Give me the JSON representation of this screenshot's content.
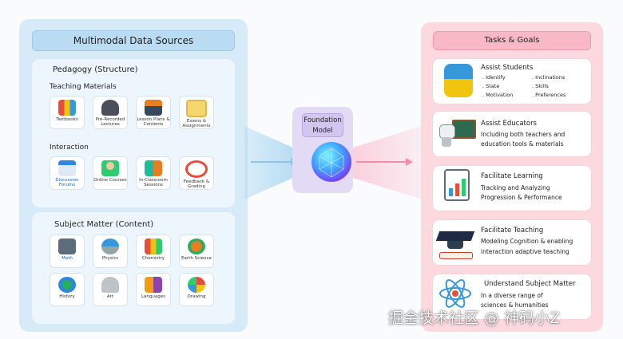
{
  "left": {
    "title": "Multimodal Data Sources",
    "pedagogy": {
      "title": "Pedagogy (Structure)",
      "teaching_materials": {
        "label": "Teaching Materials",
        "items": [
          {
            "label": "Textbooks",
            "icon": "textbooks-icon"
          },
          {
            "label": "Pre-Recorded Lectures",
            "icon": "video-camera-icon"
          },
          {
            "label": "Lesson Plans & Contents",
            "icon": "lesson-plan-icon"
          },
          {
            "label": "Exams & Assignments",
            "icon": "exam-icon"
          }
        ]
      },
      "interaction": {
        "label": "Interaction",
        "items": [
          {
            "label": "Discussion Forums",
            "icon": "forum-icon"
          },
          {
            "label": "Online Courses",
            "icon": "online-course-icon"
          },
          {
            "label": "In-Classroom Sessions",
            "icon": "classroom-icon"
          },
          {
            "label": "Feedback & Grading",
            "icon": "feedback-icon"
          }
        ]
      }
    },
    "subject": {
      "title": "Subject Matter (Content)",
      "items": [
        {
          "label": "Math",
          "icon": "calculator-icon"
        },
        {
          "label": "Physics",
          "icon": "physics-icon"
        },
        {
          "label": "Chemistry",
          "icon": "chemistry-icon"
        },
        {
          "label": "Earth Science",
          "icon": "earth-science-icon"
        },
        {
          "label": "History",
          "icon": "globe-icon"
        },
        {
          "label": "Art",
          "icon": "bust-icon"
        },
        {
          "label": "Languages",
          "icon": "languages-icon"
        },
        {
          "label": "Drawing",
          "icon": "palette-icon"
        }
      ]
    }
  },
  "center": {
    "label_line1": "Foundation",
    "label_line2": "Model"
  },
  "right": {
    "title": "Tasks & Goals",
    "cards": [
      {
        "title": "Assist Students",
        "col1": [
          ". Identify",
          ". State",
          ". Motivation"
        ],
        "col2": [
          ". Inclinations",
          ". Skills",
          ". Preferences"
        ],
        "icon": "backpack-icon"
      },
      {
        "title": "Assist Educators",
        "lines": [
          "Including both teachers and",
          "education tools & materials"
        ],
        "icon": "robot-blackboard-icon"
      },
      {
        "title": "Facilitate Learning",
        "lines": [
          "Tracking and Analyzing",
          "Progression & Performance"
        ],
        "icon": "clipboard-chart-icon"
      },
      {
        "title": "Facilitate Teaching",
        "lines": [
          "Modeling Cognition & enabling",
          "interaction adaptive teaching"
        ],
        "icon": "graduation-cap-icon"
      },
      {
        "title": "Understand Subject Matter",
        "lines": [
          "In a diverse range of",
          "sciences & humanities"
        ],
        "icon": "atom-icon"
      }
    ]
  },
  "watermark": "掘金技术社区 @ 神码小Z",
  "colors": {
    "left_panel": "#d6eaf8",
    "right_panel": "#fbd9df",
    "center_box": "#e3dbf6",
    "arrow_left": "#8fc3ea",
    "arrow_right": "#f08fa6"
  }
}
